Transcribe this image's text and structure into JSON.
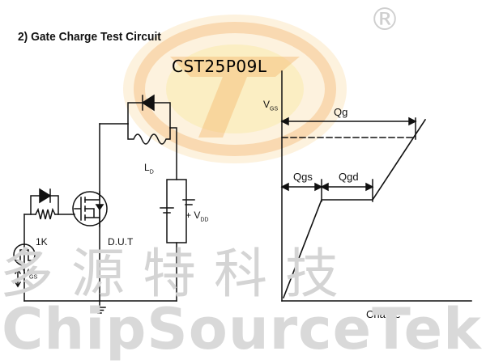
{
  "title": "2)  Gate Charge Test Circuit",
  "part_number": "CST25P09L",
  "circuit": {
    "inductor": {
      "symbol": "L",
      "sub": "D"
    },
    "supply": {
      "symbol": "V",
      "sub": "DD"
    },
    "resistor": "1K",
    "gate_source": {
      "symbol": "V",
      "sub": "GS"
    },
    "device": "D.U.T"
  },
  "waveform": {
    "y_axis": {
      "symbol": "V",
      "sub": "GS"
    },
    "x_axis": "Charge",
    "segments": {
      "total": "Qg",
      "gate_source": "Qgs",
      "gate_drain": "Qgd"
    }
  },
  "watermark": {
    "chinese": "多源特科技",
    "english": "ChipSourceTek",
    "registered": "®"
  },
  "colors": {
    "line": "#111111",
    "watermark_gray": "#d4d4d4",
    "logo_orange": "#f6c892",
    "logo_yellow": "#faeaa8"
  }
}
